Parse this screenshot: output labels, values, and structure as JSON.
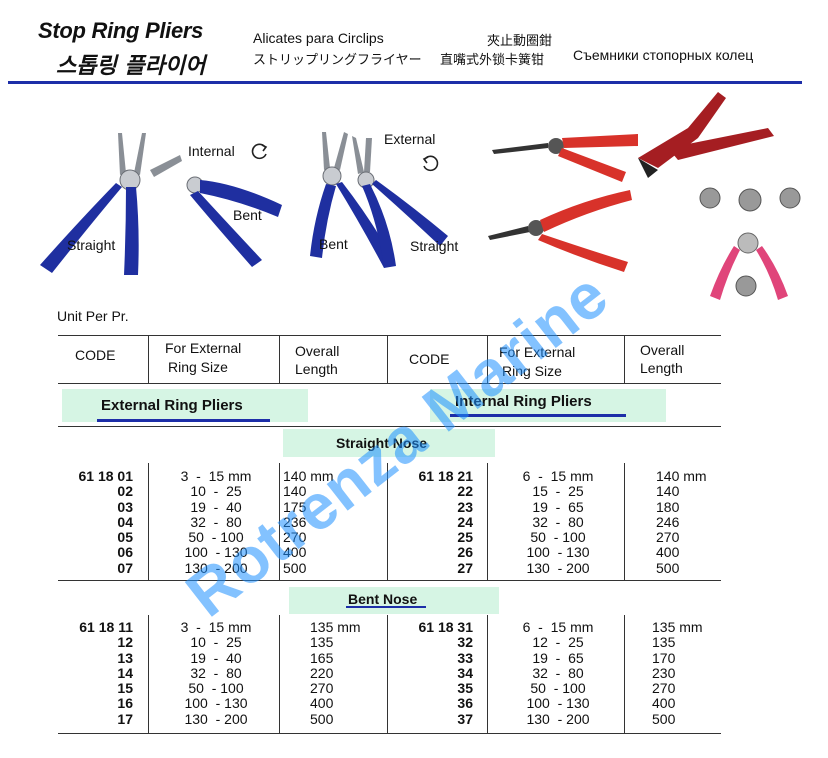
{
  "header": {
    "title_en": "Stop Ring Pliers",
    "title_ko": "스톱링 플라이어",
    "title_es": "Alicates para Circlips",
    "title_ja": "ストリップリングフライヤー",
    "title_zh_top": "夾止動圈鉗",
    "title_zh_bottom": "直嘴式外锁卡簧钳",
    "title_ru": "Съемники стопорных колец"
  },
  "figure_labels": {
    "internal": "Internal",
    "external": "External",
    "bent_left": "Bent",
    "straight_left": "Straight",
    "bent_right": "Bent",
    "straight_right": "Straight"
  },
  "unit_note": "Unit Per Pr.",
  "table": {
    "headers": {
      "code": "CODE",
      "size_l1": "For External",
      "size_l2": "Ring Size",
      "length_l1": "Overall",
      "length_l2": "Length"
    },
    "external_title": "External Ring Pliers",
    "internal_title": "Internal Ring Pliers",
    "straight_label": "Straight Nose",
    "bent_label": "Bent Nose",
    "straight": {
      "ext_codes": "61 18 01\n02\n03\n04\n05\n06\n07",
      "ext_sizes": "3  -  15 mm\n10  -  25\n19  -  40\n32  -  80\n50  - 100\n100  - 130\n130  - 200",
      "ext_lengths": "140 mm\n140\n175\n236\n270\n400\n500",
      "int_codes": "61 18 21\n22\n23\n24\n25\n26\n27",
      "int_sizes": "6  -  15 mm\n15  -  25\n19  -  65\n32  -  80\n50  - 100\n100  - 130\n130  - 200",
      "int_lengths": "140 mm\n140\n180\n246\n270\n400\n500"
    },
    "bent": {
      "ext_codes": "61 18 11\n12\n13\n14\n15\n16\n17",
      "ext_sizes": "3  -  15 mm\n10  -  25\n19  -  40\n32  -  80\n50  - 100\n100  - 130\n130  - 200",
      "ext_lengths": "135 mm\n135\n165\n220\n270\n400\n500",
      "int_codes": "61 18 31\n32\n33\n34\n35\n36\n37",
      "int_sizes": "6  -  15 mm\n12  -  25\n19  -  65\n32  -  80\n50  - 100\n100  - 130\n130  - 200",
      "int_lengths": "135 mm\n135\n170\n230\n270\n400\n500"
    }
  },
  "watermark": "Rotrenza Marine",
  "colors": {
    "accent_blue": "#1d2ea8",
    "section_green": "#d6f5e4",
    "handle_blue": "#1f2fa0",
    "handle_red": "#d8322a",
    "handle_pink": "#e0457a",
    "watermark_blue": "#1e90ff"
  }
}
